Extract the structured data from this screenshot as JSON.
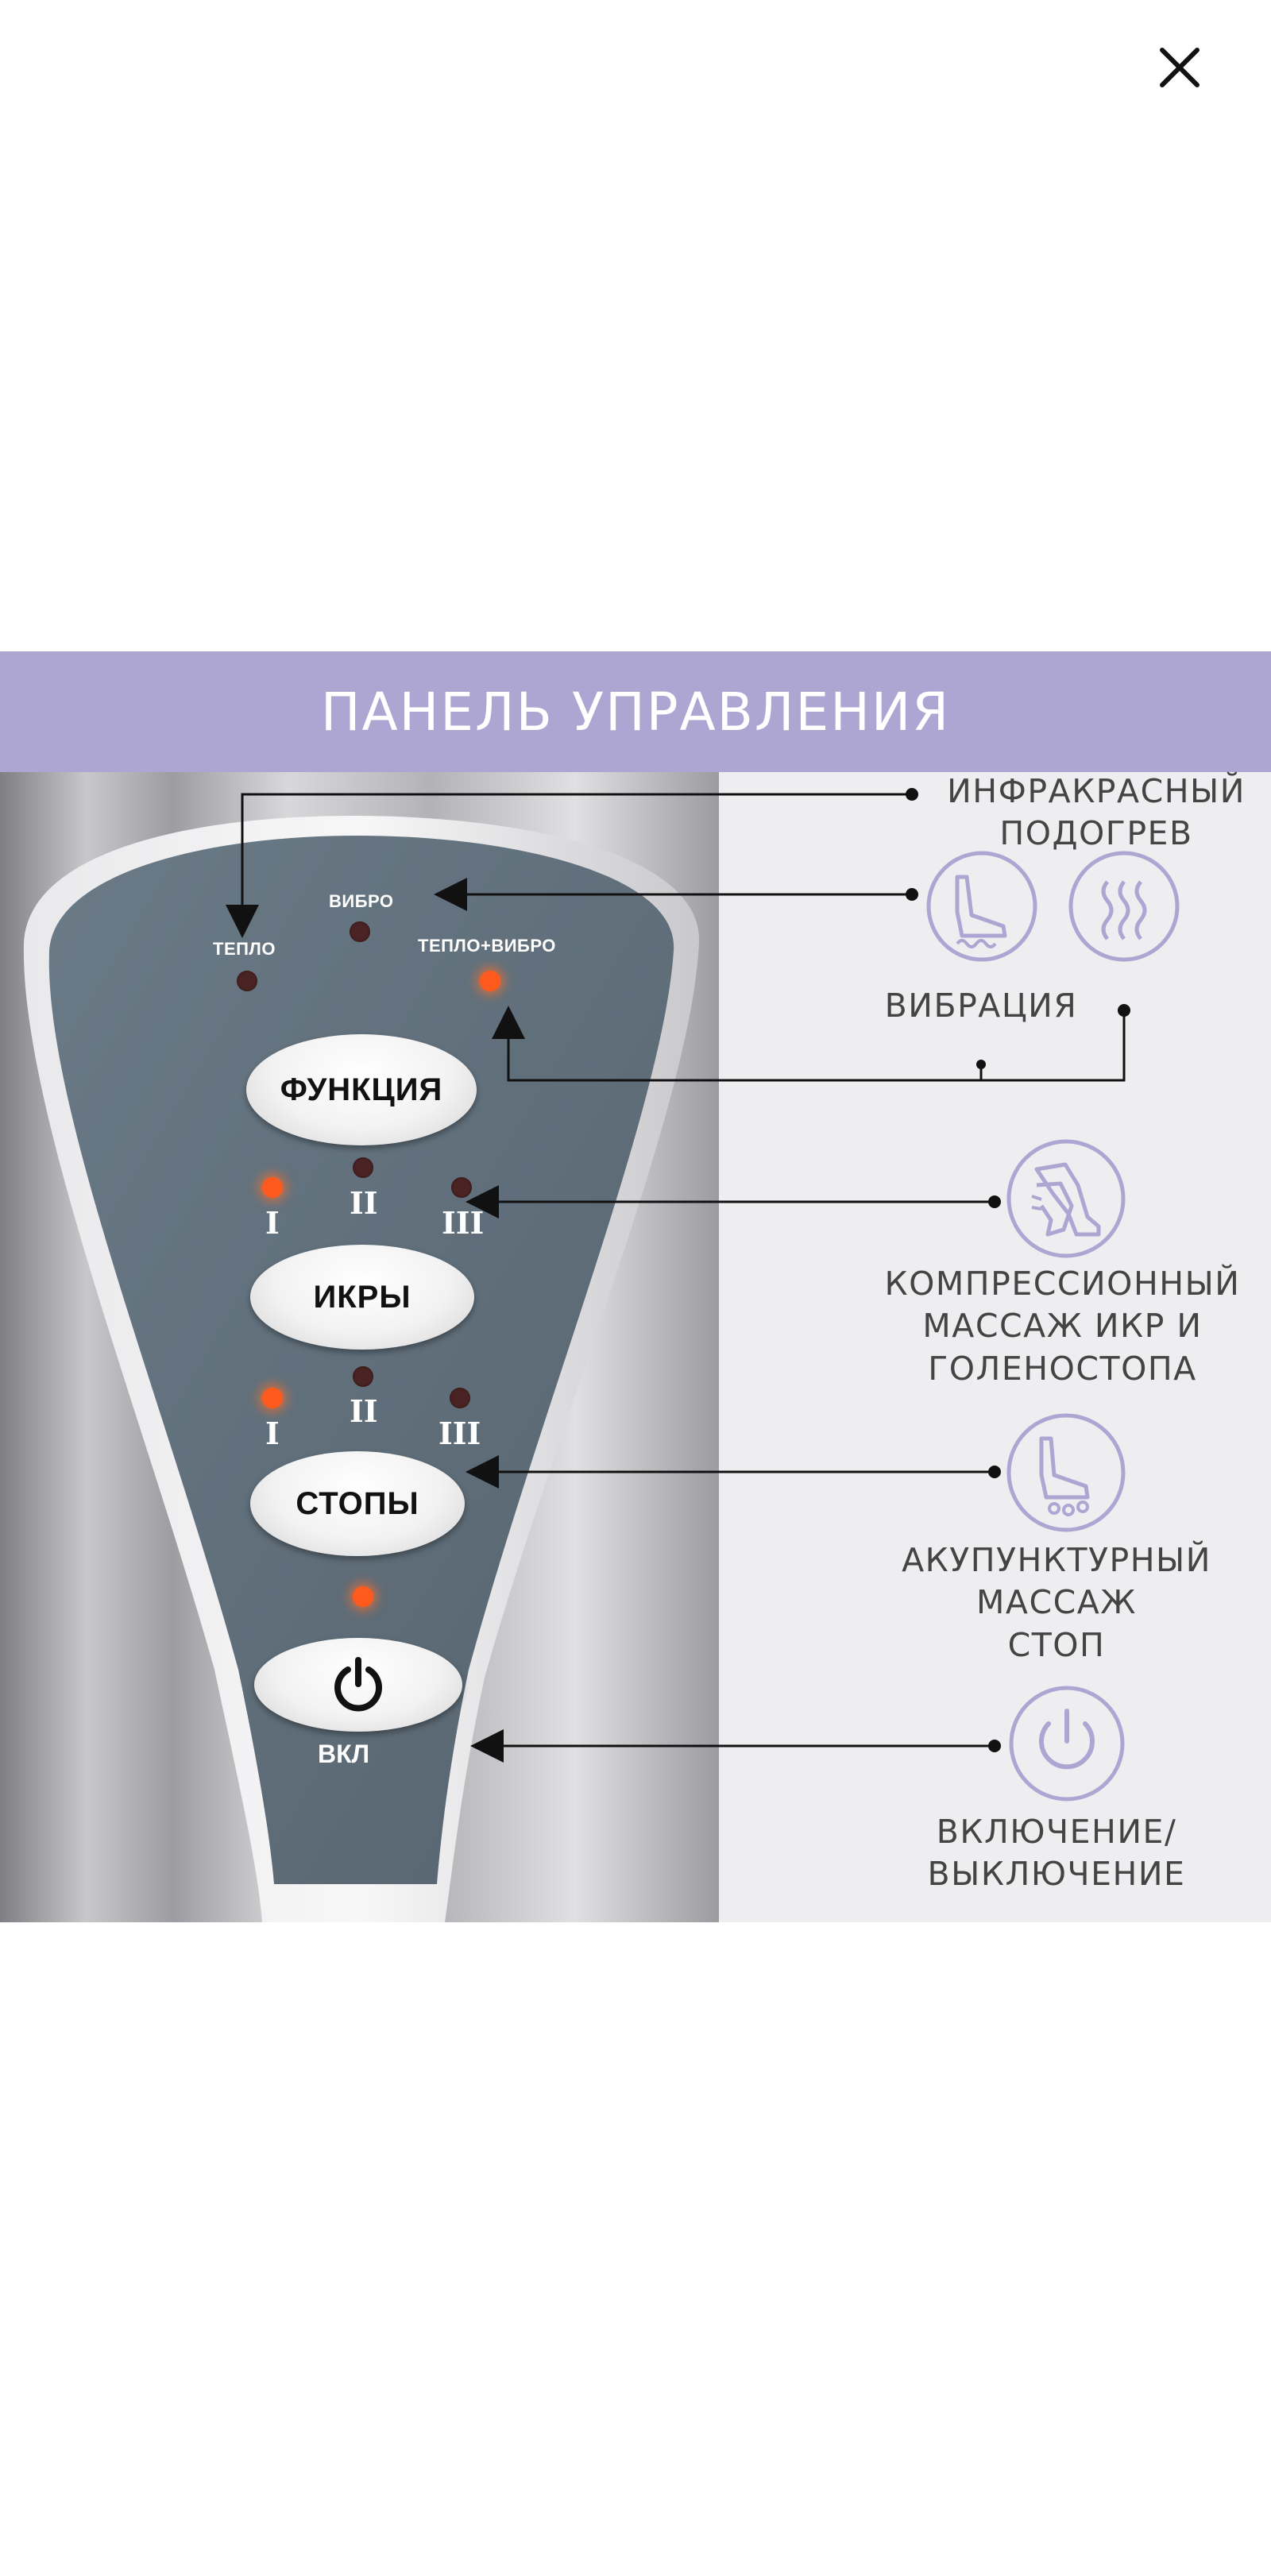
{
  "viewer": {
    "close_icon": "close-icon"
  },
  "infographic": {
    "title": "ПАНЕЛЬ УПРАВЛЕНИЯ",
    "accent_color": "#aea6d2",
    "panel": {
      "labels": {
        "heat": "ТЕПЛО",
        "vibro": "ВИБРО",
        "heat_vibro": "ТЕПЛО+ВИБРО"
      },
      "buttons": {
        "function": "ФУНКЦИЯ",
        "calves": "ИКРЫ",
        "feet": "СТОПЫ",
        "power": "ВКЛ"
      },
      "levels": [
        "I",
        "II",
        "III"
      ],
      "led_states": {
        "heat": "off",
        "vibro": "off",
        "heat_vibro": "on",
        "calves": [
          "on",
          "off",
          "off"
        ],
        "feet": [
          "on",
          "off",
          "off"
        ],
        "power": "on"
      }
    },
    "annotations": {
      "infrared": {
        "line1": "ИНФРАКРАСНЫЙ",
        "line2": "ПОДОГРЕВ"
      },
      "vibration": {
        "line1": "ВИБРАЦИЯ",
        "icons": [
          "foot-vibration-icon",
          "heat-waves-icon"
        ]
      },
      "compression": {
        "line1": "КОМПРЕССИОННЫЙ",
        "line2": "МАССАЖ ИКР И",
        "line3": "ГОЛЕНОСТОПА",
        "icon": "legs-compression-icon"
      },
      "acupuncture": {
        "line1": "АКУПУНКТУРНЫЙ",
        "line2": "МАССАЖ",
        "line3": "СТОП",
        "icon": "foot-massage-icon"
      },
      "power": {
        "line1": "ВКЛЮЧЕНИЕ/",
        "line2": "ВЫКЛЮЧЕНИЕ",
        "icon": "power-icon"
      }
    }
  }
}
